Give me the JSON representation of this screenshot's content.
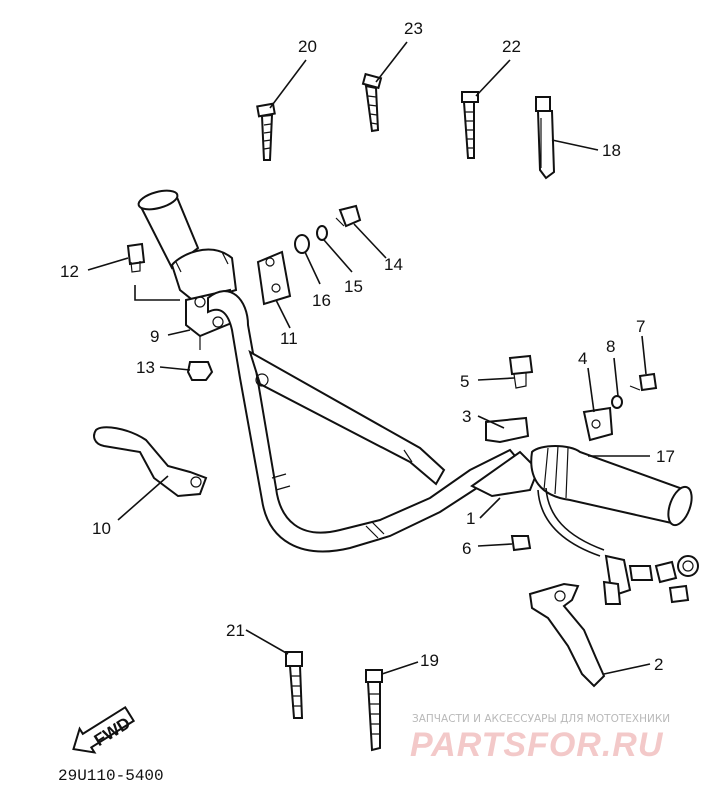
{
  "diagram": {
    "callouts": [
      "1",
      "2",
      "3",
      "4",
      "5",
      "6",
      "7",
      "8",
      "9",
      "10",
      "11",
      "12",
      "13",
      "14",
      "15",
      "16",
      "17",
      "18",
      "19",
      "20",
      "21",
      "22",
      "23"
    ],
    "fwd_label": "FWD",
    "part_code": "29U110-5400"
  },
  "watermark": {
    "top_line": "ЗАПЧАСТИ И АКСЕССУАРЫ ДЛЯ МОТОТЕХНИКИ",
    "brand": "PARTSFOR.RU"
  },
  "colors": {
    "ink": "#111111",
    "watermark_red": "#f3c9c9",
    "watermark_gray": "#b9b9b9"
  }
}
